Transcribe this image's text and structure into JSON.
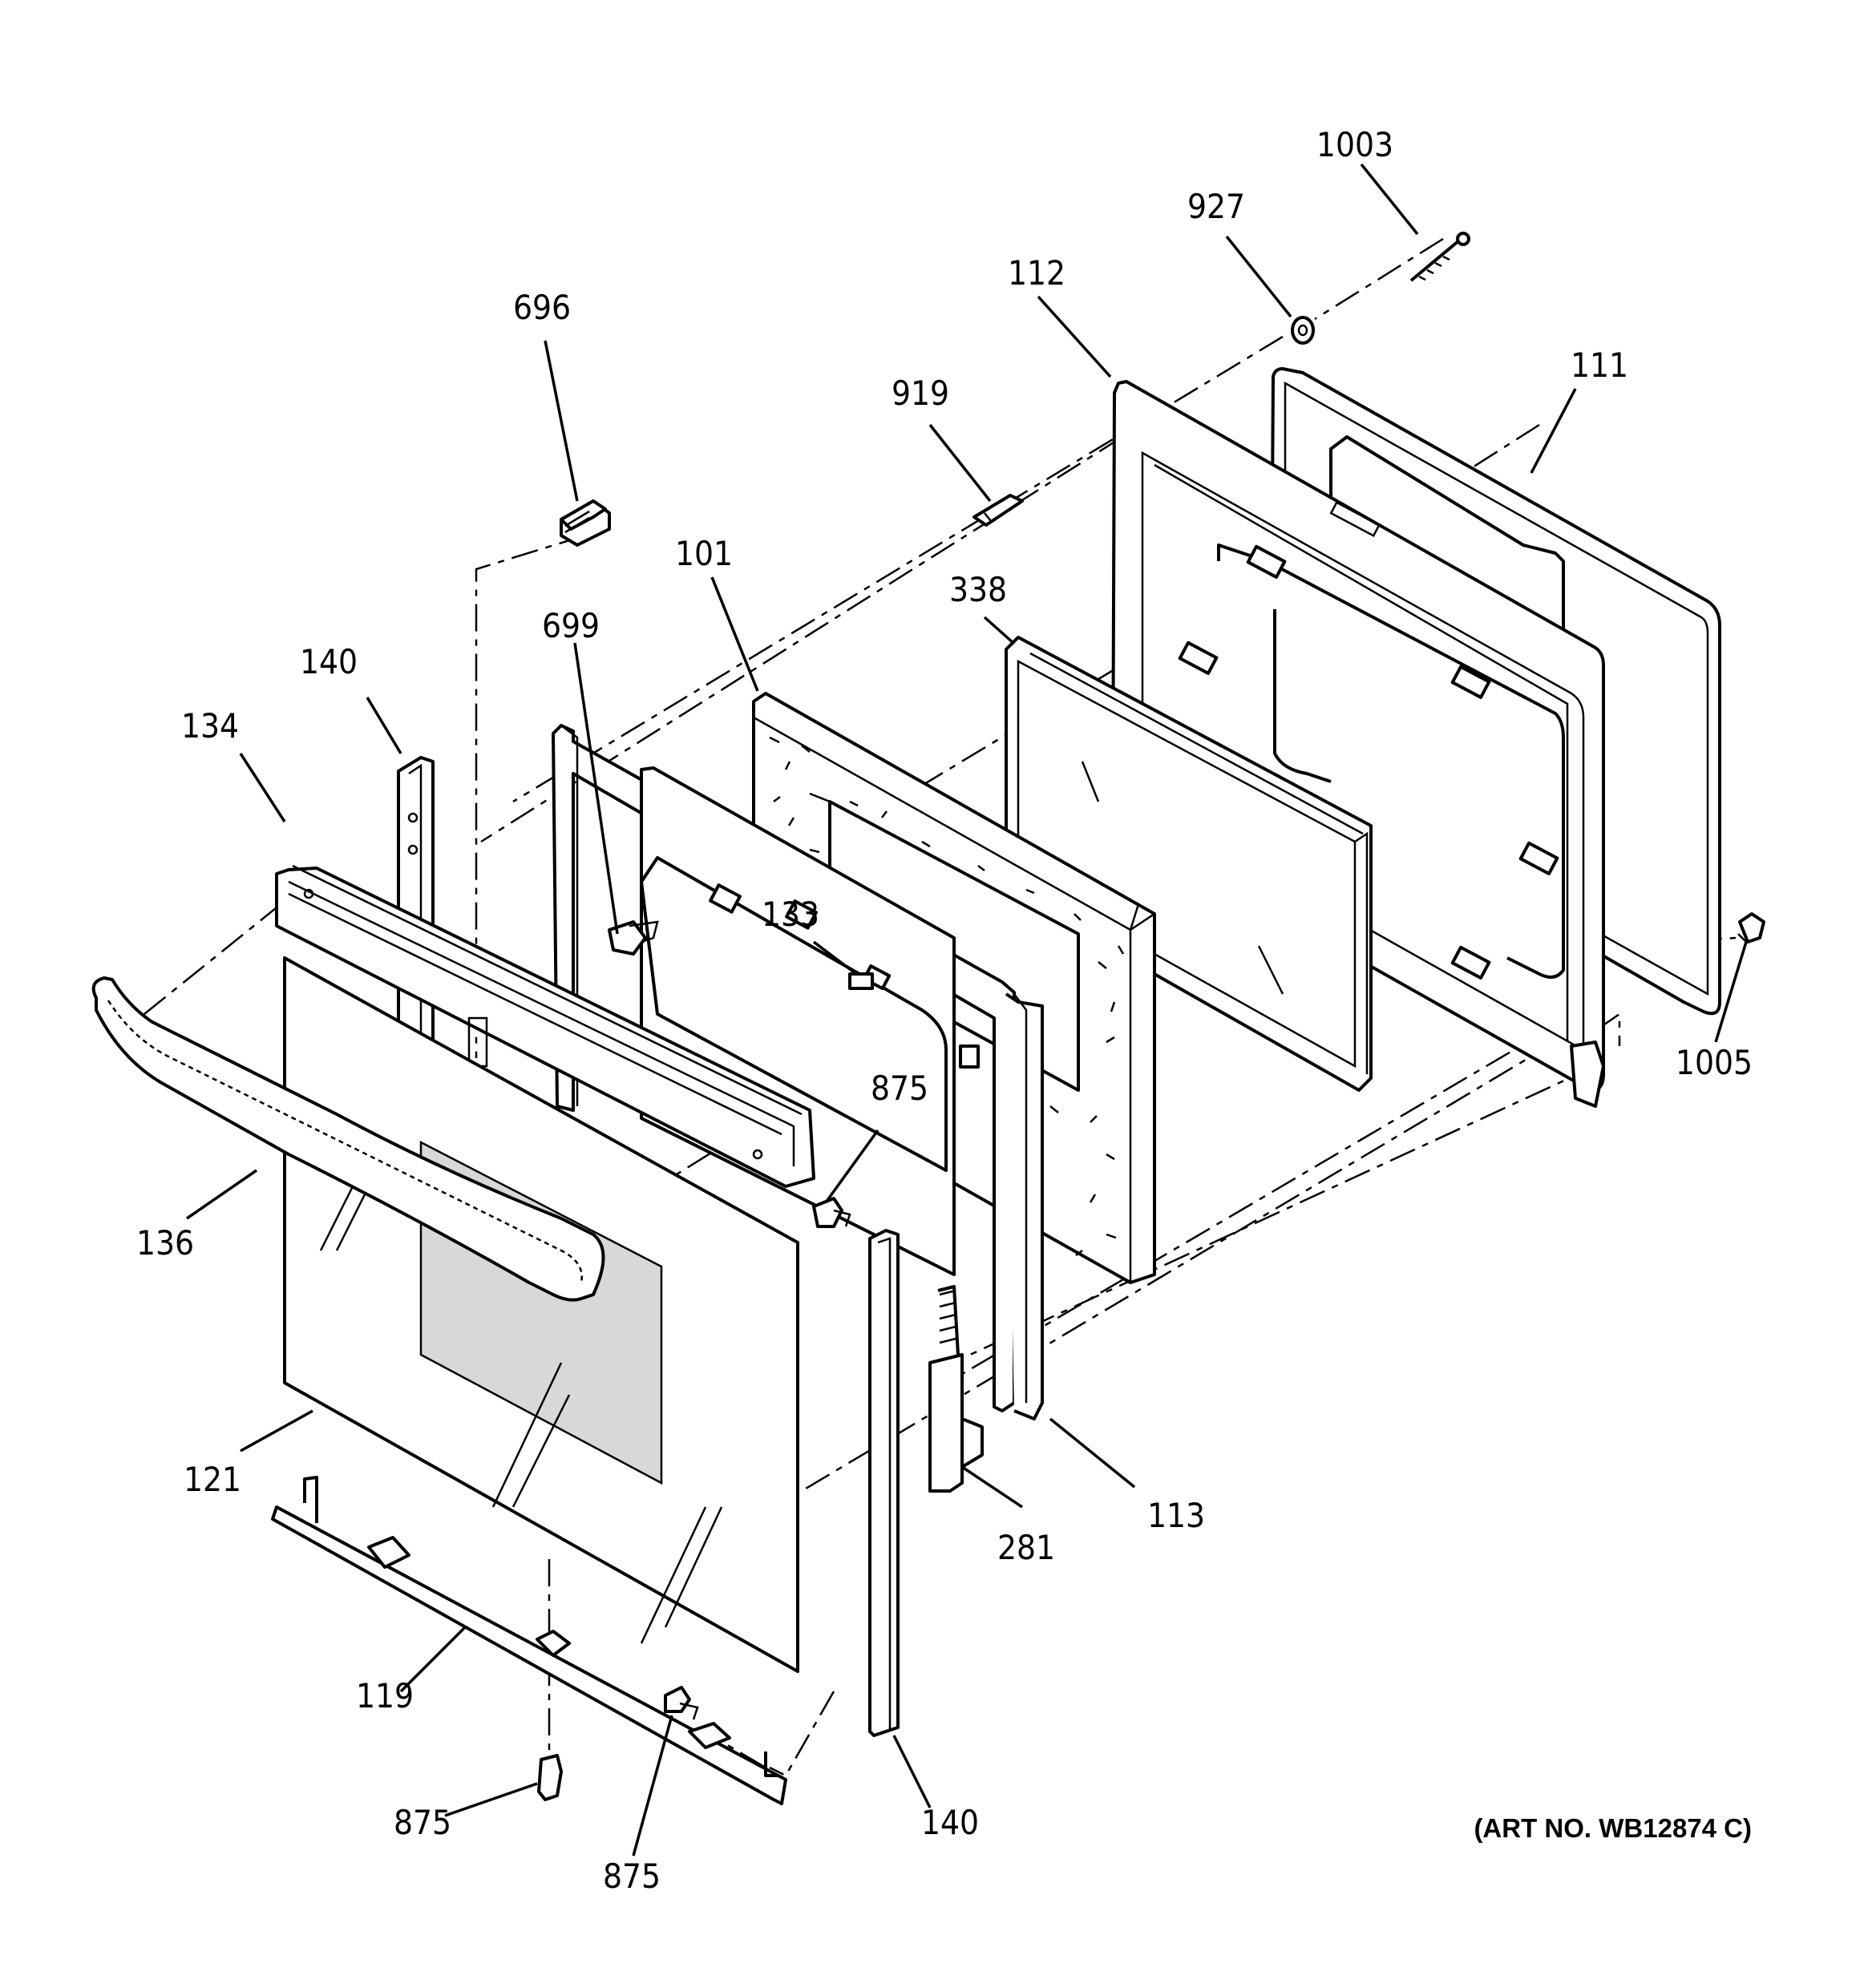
{
  "diagram": {
    "art_number": "(ART NO. WB12874 C)",
    "labels": {
      "p1003": "1003",
      "p927": "927",
      "p112": "112",
      "p111": "111",
      "p696": "696",
      "p919": "919",
      "p101": "101",
      "p338": "338",
      "p699": "699",
      "p140_top": "140",
      "p134": "134",
      "p133": "133",
      "p1005": "1005",
      "p875_mid": "875",
      "p136": "136",
      "p121": "121",
      "p113": "113",
      "p281": "281",
      "p119": "119",
      "p875_bl": "875",
      "p875_bm": "875",
      "p140_bottom": "140"
    }
  }
}
